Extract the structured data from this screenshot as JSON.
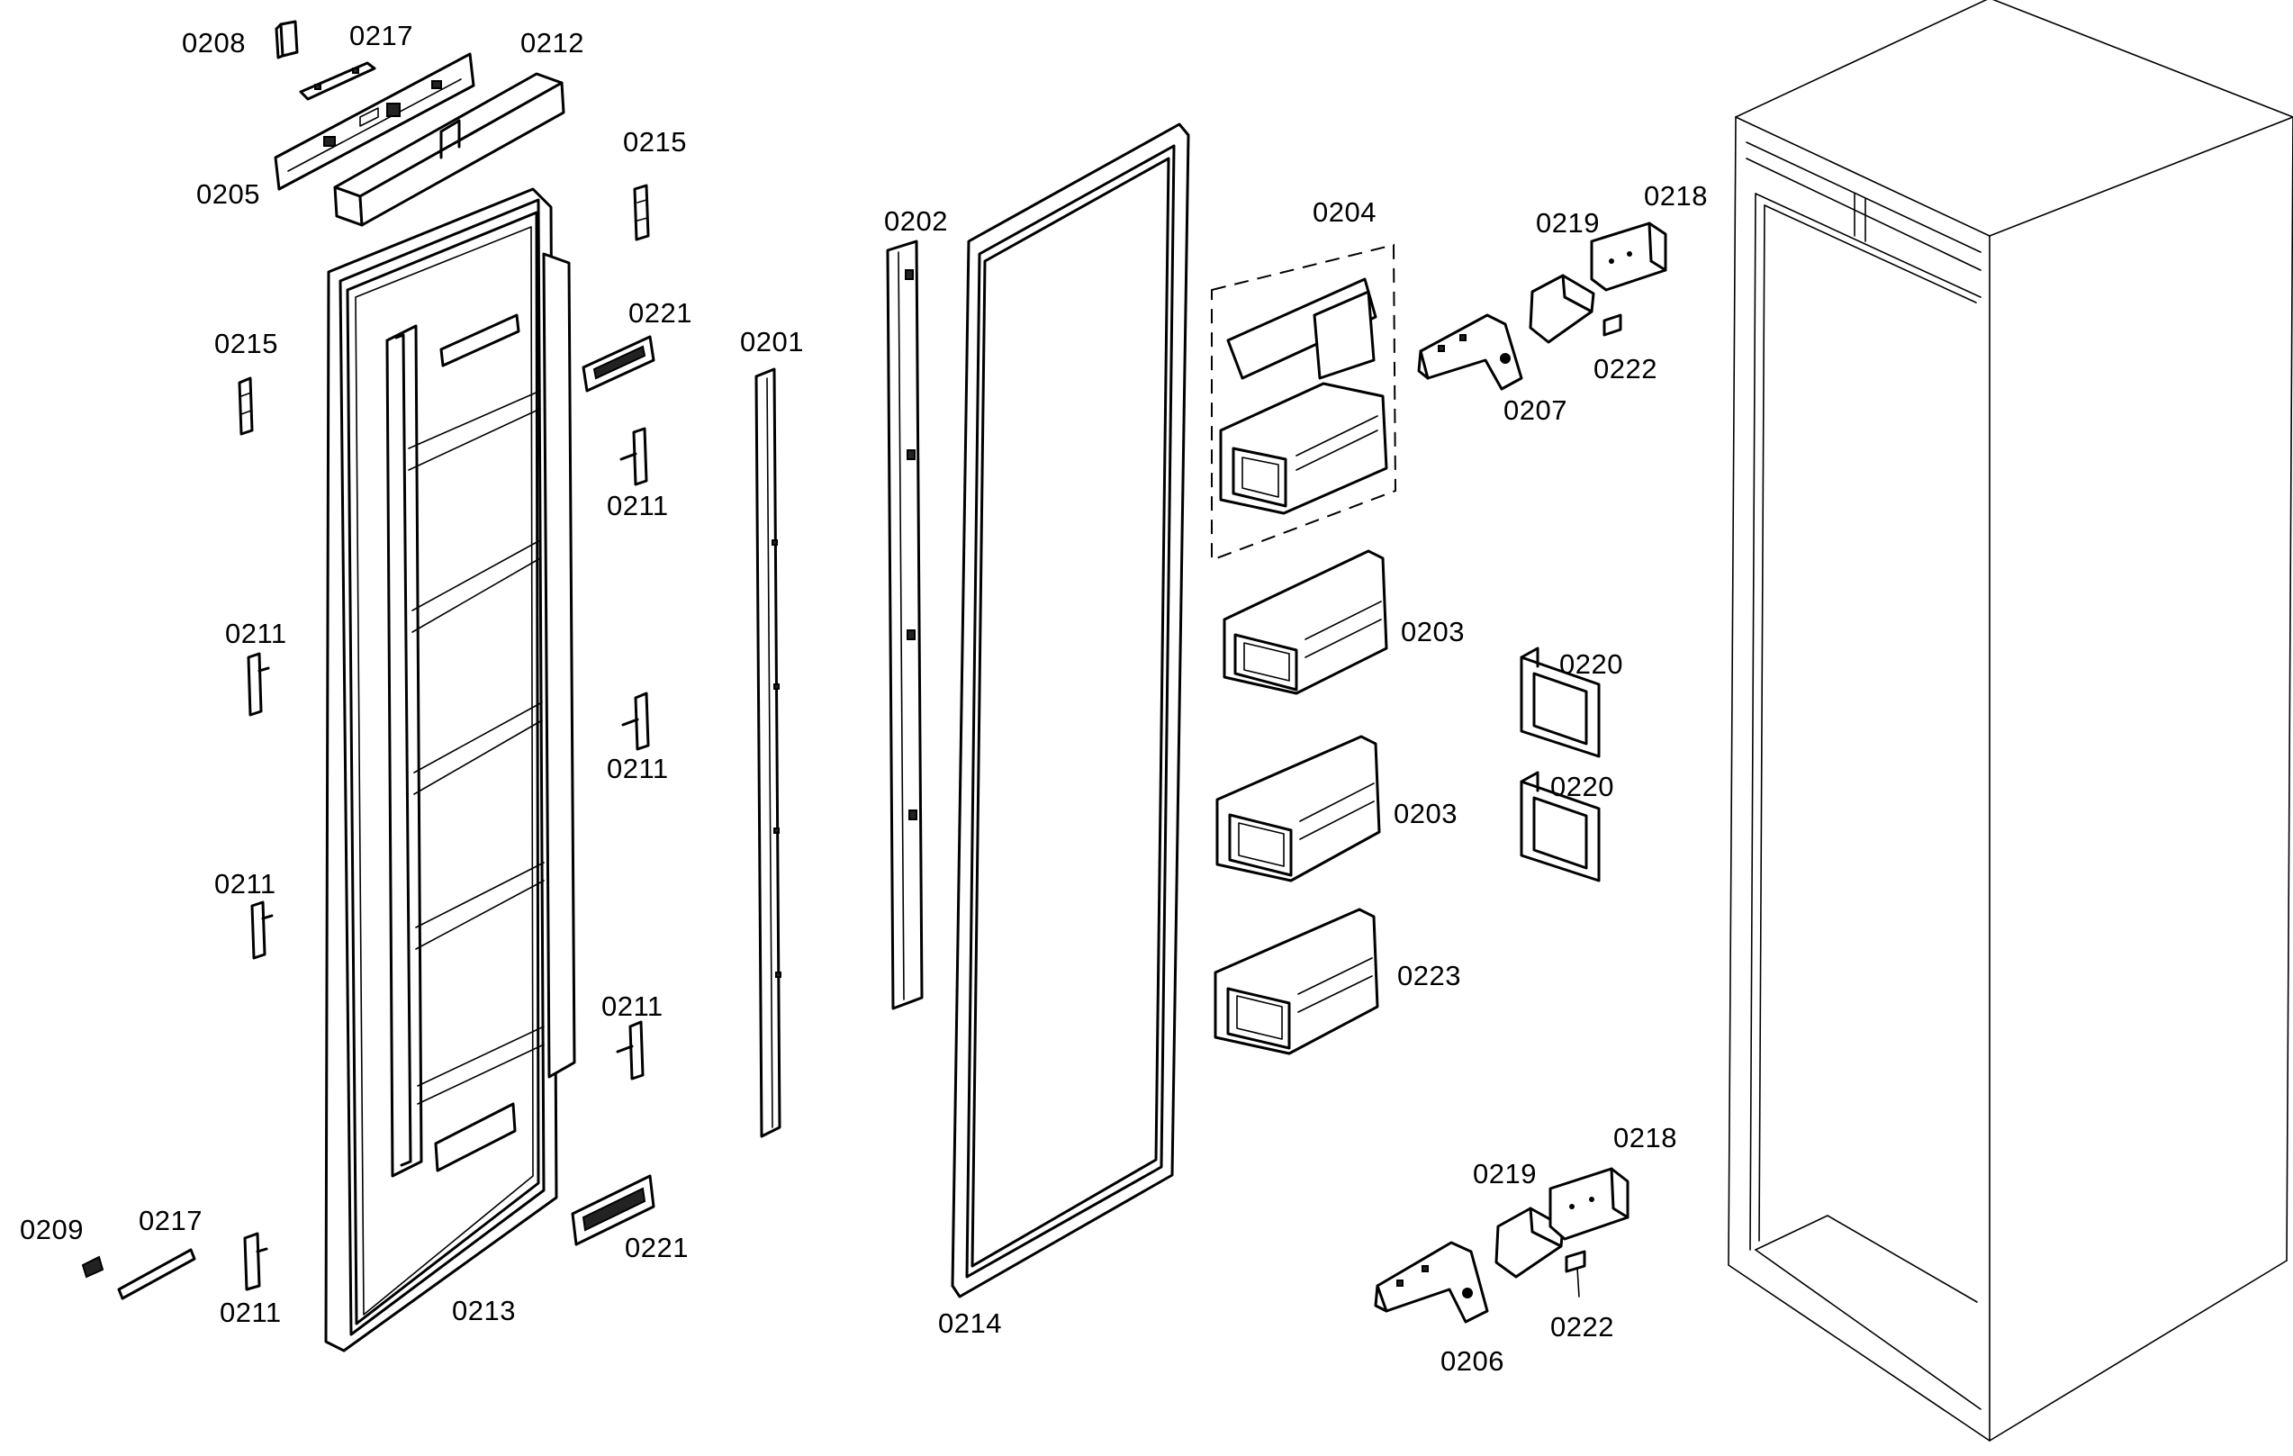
{
  "diagram": {
    "labels": [
      {
        "id": "0208-top",
        "text": "0208"
      },
      {
        "id": "0217-top",
        "text": "0217"
      },
      {
        "id": "0212",
        "text": "0212"
      },
      {
        "id": "0205",
        "text": "0205"
      },
      {
        "id": "0215-right",
        "text": "0215"
      },
      {
        "id": "0215-left",
        "text": "0215"
      },
      {
        "id": "0221-top",
        "text": "0221"
      },
      {
        "id": "0211-a",
        "text": "0211"
      },
      {
        "id": "0211-b",
        "text": "0211"
      },
      {
        "id": "0211-c",
        "text": "0211"
      },
      {
        "id": "0211-d",
        "text": "0211"
      },
      {
        "id": "0211-e",
        "text": "0211"
      },
      {
        "id": "0211-f",
        "text": "0211"
      },
      {
        "id": "0209",
        "text": "0209"
      },
      {
        "id": "0217-bottom",
        "text": "0217"
      },
      {
        "id": "0213",
        "text": "0213"
      },
      {
        "id": "0221-bottom",
        "text": "0221"
      },
      {
        "id": "0201",
        "text": "0201"
      },
      {
        "id": "0202",
        "text": "0202"
      },
      {
        "id": "0214",
        "text": "0214"
      },
      {
        "id": "0204",
        "text": "0204"
      },
      {
        "id": "0203-a",
        "text": "0203"
      },
      {
        "id": "0203-b",
        "text": "0203"
      },
      {
        "id": "0223",
        "text": "0223"
      },
      {
        "id": "0219-top",
        "text": "0219"
      },
      {
        "id": "0218-top",
        "text": "0218"
      },
      {
        "id": "0222-top",
        "text": "0222"
      },
      {
        "id": "0207",
        "text": "0207"
      },
      {
        "id": "0220-a",
        "text": "0220"
      },
      {
        "id": "0220-b",
        "text": "0220"
      },
      {
        "id": "0218-bottom",
        "text": "0218"
      },
      {
        "id": "0219-bottom",
        "text": "0219"
      },
      {
        "id": "0222-bottom",
        "text": "0222"
      },
      {
        "id": "0206",
        "text": "0206"
      }
    ]
  }
}
